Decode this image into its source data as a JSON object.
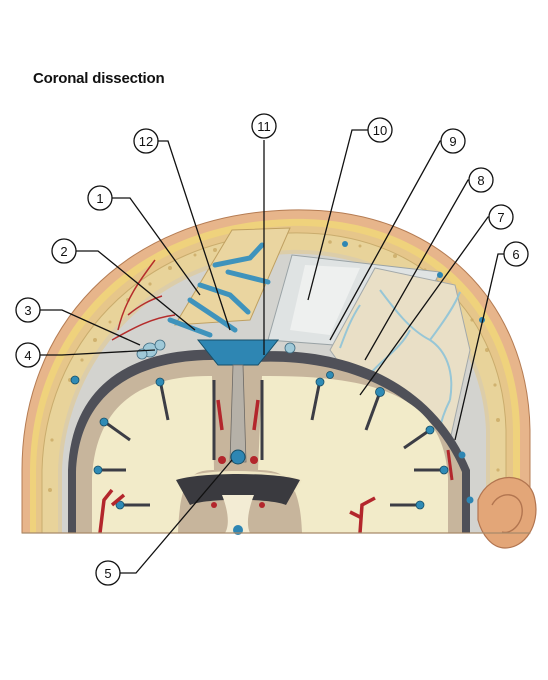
{
  "title": "Coronal dissection",
  "labels": [
    "1",
    "2",
    "3",
    "4",
    "5",
    "6",
    "7",
    "8",
    "9",
    "10",
    "11",
    "12"
  ],
  "colors": {
    "skin": "#e8b98f",
    "bone_diploe": "#e9d49a",
    "dura": "#d9d9d9",
    "white_matter": "#f3edd0",
    "gray_matter": "#c9b7a0",
    "vein_blue": "#3f8fb5",
    "artery_red": "#b02a2a"
  }
}
